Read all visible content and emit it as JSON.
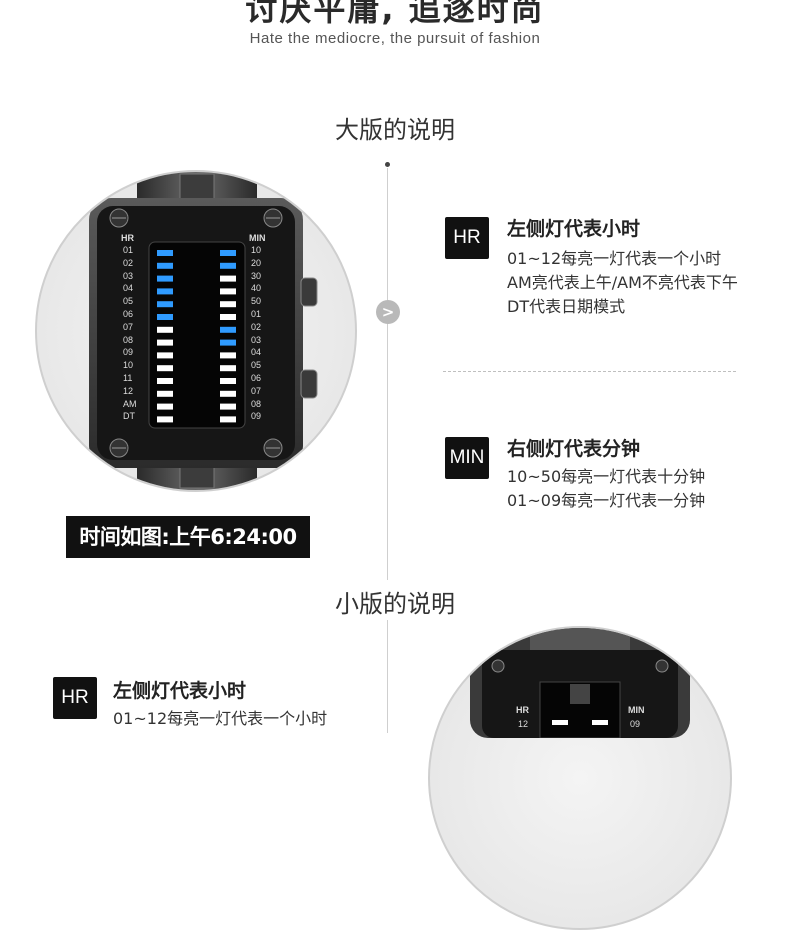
{
  "header": {
    "title": "讨厌平庸, 追逐时尚",
    "subtitle": "Hate the mediocre, the pursuit of fashion"
  },
  "big_version": {
    "section_title": "大版的说明",
    "hr": {
      "badge": "HR",
      "title": "左侧灯代表小时",
      "lines": [
        "01~12每亮一灯代表一个小时",
        "AM亮代表上午/AM不亮代表下午",
        "DT代表日期模式"
      ]
    },
    "min": {
      "badge": "MIN",
      "title": "右侧灯代表分钟",
      "lines": [
        "10~50每亮一灯代表十分钟",
        "01~09每亮一灯代表一分钟"
      ]
    },
    "caption": "时间如图:上午6:24:00",
    "arrow": ">"
  },
  "watch": {
    "left_header": "HR",
    "right_header": "MIN",
    "left_labels": [
      "01",
      "02",
      "03",
      "04",
      "05",
      "06",
      "07",
      "08",
      "09",
      "10",
      "11",
      "12",
      "AM",
      "DT"
    ],
    "right_labels": [
      "10",
      "20",
      "30",
      "40",
      "50",
      "01",
      "02",
      "03",
      "04",
      "05",
      "06",
      "07",
      "08",
      "09"
    ],
    "lit_color": "#2f9bff",
    "off_color": "#ffffff",
    "left_lit": [
      true,
      true,
      true,
      true,
      true,
      true,
      false,
      false,
      false,
      false,
      false,
      false,
      false,
      false
    ],
    "right_lit": [
      true,
      true,
      false,
      false,
      false,
      false,
      true,
      true,
      false,
      false,
      false,
      false,
      false,
      false
    ]
  },
  "small_version": {
    "section_title": "小版的说明",
    "hr": {
      "badge": "HR",
      "title": "左侧灯代表小时",
      "line1": "01~12每亮一灯代表一个小时"
    },
    "watch_labels": {
      "hr": "HR",
      "hr_first": "12",
      "min": "MIN",
      "min_first": "09"
    }
  }
}
